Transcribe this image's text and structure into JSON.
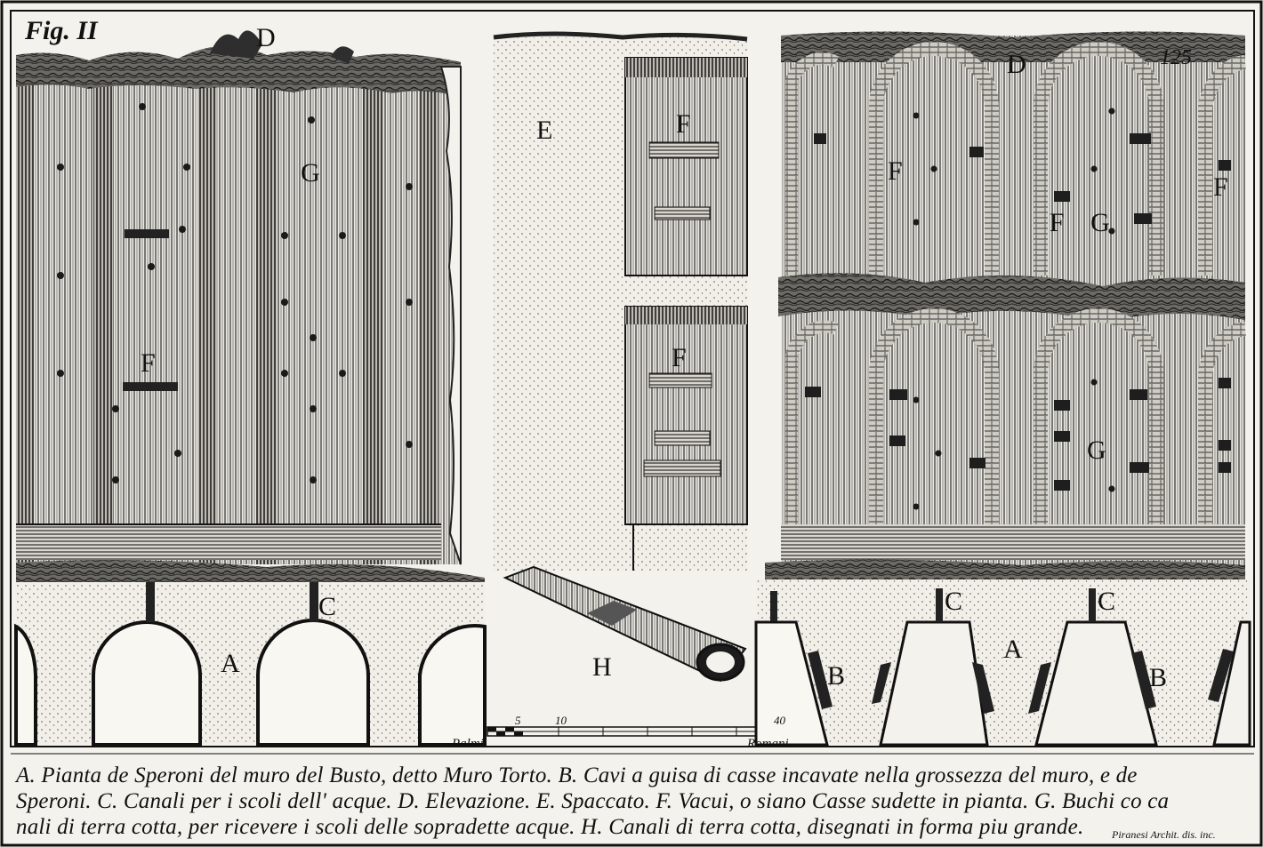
{
  "figure_label": "Fig. II",
  "plate_number": "125",
  "labels": {
    "D_left": "D",
    "G_left": "G",
    "F_left": "F",
    "C_left": "C",
    "A_left": "A",
    "E_center": "E",
    "F_center_top": "F",
    "F_center_bottom": "F",
    "H_center": "H",
    "D_right": "D",
    "F_right_1": "F",
    "F_right_2": "F",
    "G_right_top": "G",
    "F_right_3": "F",
    "G_right_bottom": "G",
    "C_right_1": "C",
    "C_right_2": "C",
    "A_right": "A",
    "B_right_1": "B",
    "B_right_2": "B"
  },
  "scale_bar": {
    "tick_5": "5",
    "tick_10": "10",
    "tick_40": "40",
    "left_word": "Palmi",
    "right_word": "Romani"
  },
  "caption": {
    "line1": "A. Pianta de Speroni del muro del Busto, detto Muro Torto. B. Cavi a guisa di casse incavate nella grossezza del muro, e de",
    "line2": "Speroni. C. Canali per i scoli dell' acque. D. Elevazione. E. Spaccato. F. Vacui, o siano Casse sudette in pianta. G. Buchi co ca",
    "line3": "nali di terra cotta, per ricevere i scoli delle sopradette acque. H. Canali di terra cotta, disegnati in forma piu grande."
  },
  "signature": "Piranesi Archit. dis. inc."
}
